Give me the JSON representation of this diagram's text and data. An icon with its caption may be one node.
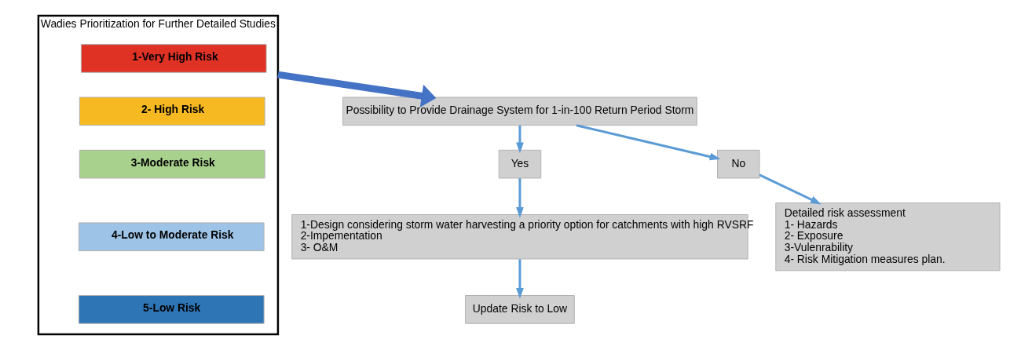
{
  "diagram": {
    "nodes": [
      {
        "text": [
          "Wadies Prioritization for Further Detailed Studies"
        ]
      },
      {
        "text": [
          "1-Very High Risk"
        ],
        "in": 0
      },
      {
        "text": [
          "2- High Risk"
        ],
        "in": 0
      },
      {
        "text": [
          "3-Moderate Risk"
        ],
        "in": 0
      },
      {
        "text": [
          "4-Low to Moderate Risk"
        ],
        "in": 0
      },
      {
        "text": [
          "5-Low Risk"
        ],
        "in": 0
      },
      {
        "text": [
          "Possibility to Provide Drainage System for 1-in-100 Return Period Storm"
        ]
      },
      {
        "text": [
          "Yes"
        ]
      },
      {
        "text": [
          "No"
        ]
      },
      {
        "text": [
          "1-Design considering storm water harvesting a priority option for catchments with high RVSRF",
          "2-Impementation",
          "3- O&M"
        ]
      },
      {
        "text": [
          "Update Risk to Low"
        ]
      },
      {
        "text": [
          "Detailed risk assessment",
          "1- Hazards",
          "2- Exposure",
          "3-Vulenrability",
          "4- Risk Mitigation measures plan."
        ]
      }
    ],
    "edges": [
      {
        "from": 0,
        "to": 6,
        "arrow": "to",
        "style": "thick",
        "color": "#4472c4"
      },
      {
        "from": 6,
        "to": 7,
        "arrow": "to"
      },
      {
        "from": 6,
        "to": 8,
        "arrow": "to"
      },
      {
        "from": 7,
        "to": 9,
        "arrow": "to"
      },
      {
        "from": 8,
        "to": 11,
        "arrow": "to"
      },
      {
        "from": 9,
        "to": 10,
        "arrow": "to"
      }
    ]
  }
}
